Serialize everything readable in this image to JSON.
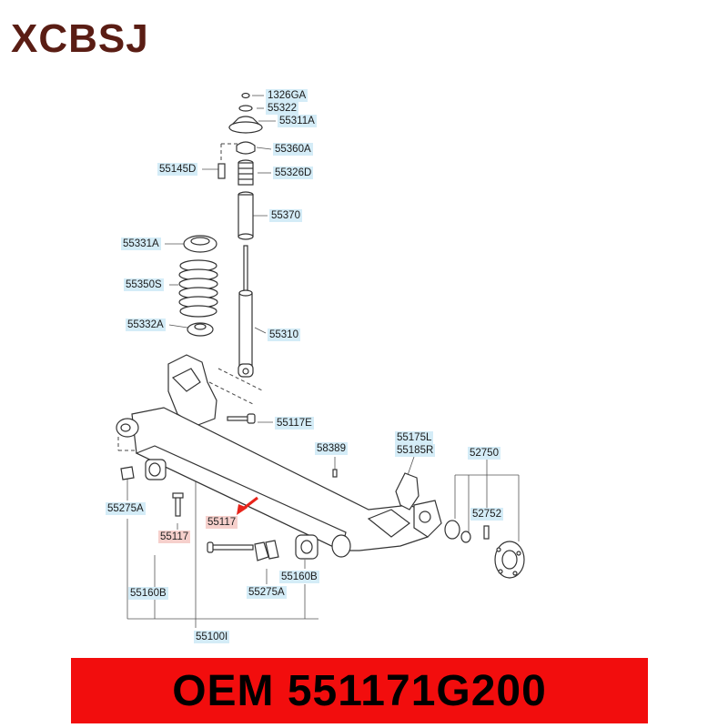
{
  "brand": "XCBSJ",
  "oem_banner": "OEM 551171G200",
  "colors": {
    "label_bg": "#d4ecf7",
    "highlight_bg": "#f6d0cc",
    "banner_bg": "#f20d0d",
    "brand_text": "#5a1d14",
    "arrow": "#e8231a"
  },
  "parts": {
    "p1326GA": "1326GA",
    "p55322": "55322",
    "p55311A": "55311A",
    "p55360A": "55360A",
    "p55145D": "55145D",
    "p55326D": "55326D",
    "p55370": "55370",
    "p55331A": "55331A",
    "p55350S": "55350S",
    "p55332A": "55332A",
    "p55310": "55310",
    "p55117E": "55117E",
    "p58389": "58389",
    "p55175L": "55175L",
    "p55185R": "55185R",
    "p52750": "52750",
    "p52752": "52752",
    "p55275A_left": "55275A",
    "p55117_left": "55117",
    "p55117_center": "55117",
    "p55160B_left": "55160B",
    "p55160B_right": "55160B",
    "p55275A_center": "55275A",
    "p55100I": "55100I"
  }
}
